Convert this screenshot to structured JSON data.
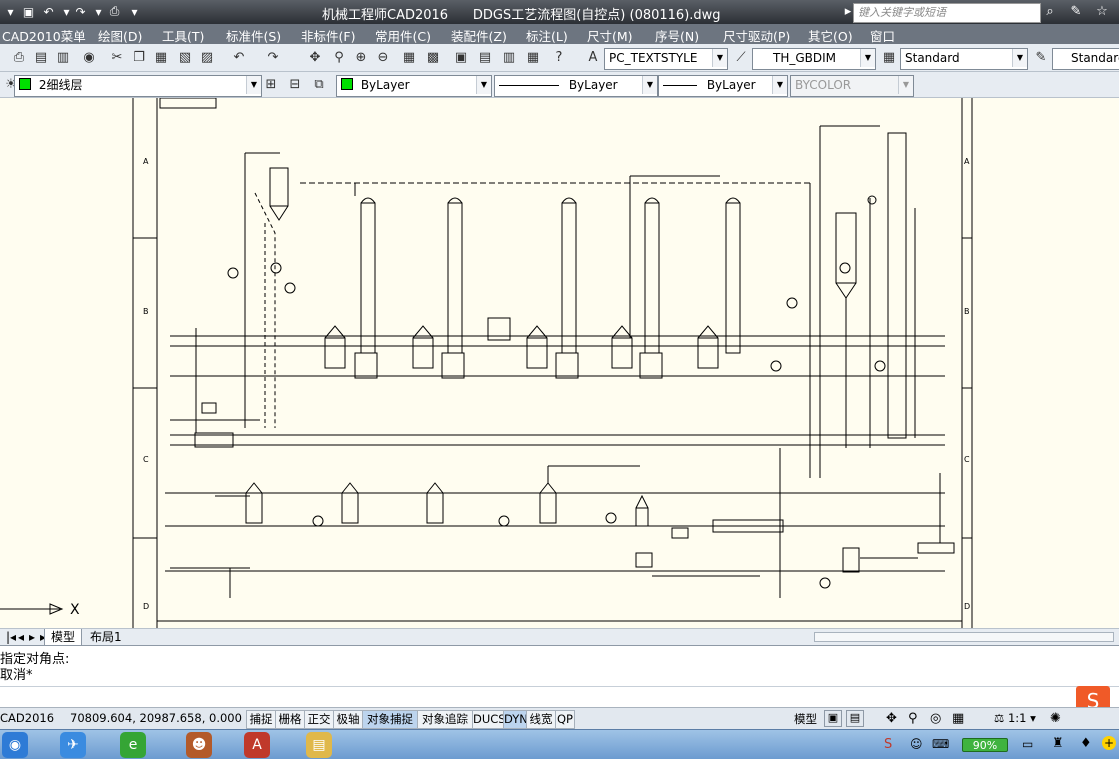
{
  "window": {
    "app_title": "机械工程师CAD2016",
    "doc_title": "DDGS工艺流程图(自控点)  (080116).dwg",
    "search_placeholder": "键入关键字或短语"
  },
  "menu": {
    "items": [
      "CAD2010菜单",
      "绘图(D)",
      "工具(T)",
      "标准件(S)",
      "非标件(F)",
      "常用件(C)",
      "装配件(Z)",
      "标注(L)",
      "尺寸(M)",
      "序号(N)",
      "尺寸驱动(P)",
      "其它(O)",
      "窗口"
    ]
  },
  "toolbar": {
    "text_style": "PC_TEXTSTYLE",
    "dim_style": "TH_GBDIM",
    "table_style": "Standard",
    "mleader_style": "Standard"
  },
  "layers": {
    "current_layer": "2细线层",
    "color": "ByLayer",
    "linetype": "ByLayer",
    "lineweight": "ByLayer",
    "plotstyle": "BYCOLOR"
  },
  "drawing": {
    "row_labels": [
      "A",
      "B",
      "C",
      "D"
    ]
  },
  "tabs": {
    "model": "模型",
    "layout1": "布局1"
  },
  "command": {
    "line1": "指定对角点:",
    "line2": "取消*"
  },
  "status": {
    "app_label": "CAD2016",
    "coords": "70809.604, 20987.658, 0.000",
    "toggles": [
      {
        "label": "捕捉",
        "on": false
      },
      {
        "label": "栅格",
        "on": false
      },
      {
        "label": "正交",
        "on": false
      },
      {
        "label": "极轴",
        "on": false
      },
      {
        "label": "对象捕捉",
        "on": true
      },
      {
        "label": "对象追踪",
        "on": false
      },
      {
        "label": "DUCS",
        "on": false
      },
      {
        "label": "DYN",
        "on": true
      },
      {
        "label": "线宽",
        "on": false
      },
      {
        "label": "QP",
        "on": false
      }
    ],
    "model_label": "模型",
    "scale": "1:1"
  },
  "taskbar": {
    "battery_level": "90%"
  }
}
